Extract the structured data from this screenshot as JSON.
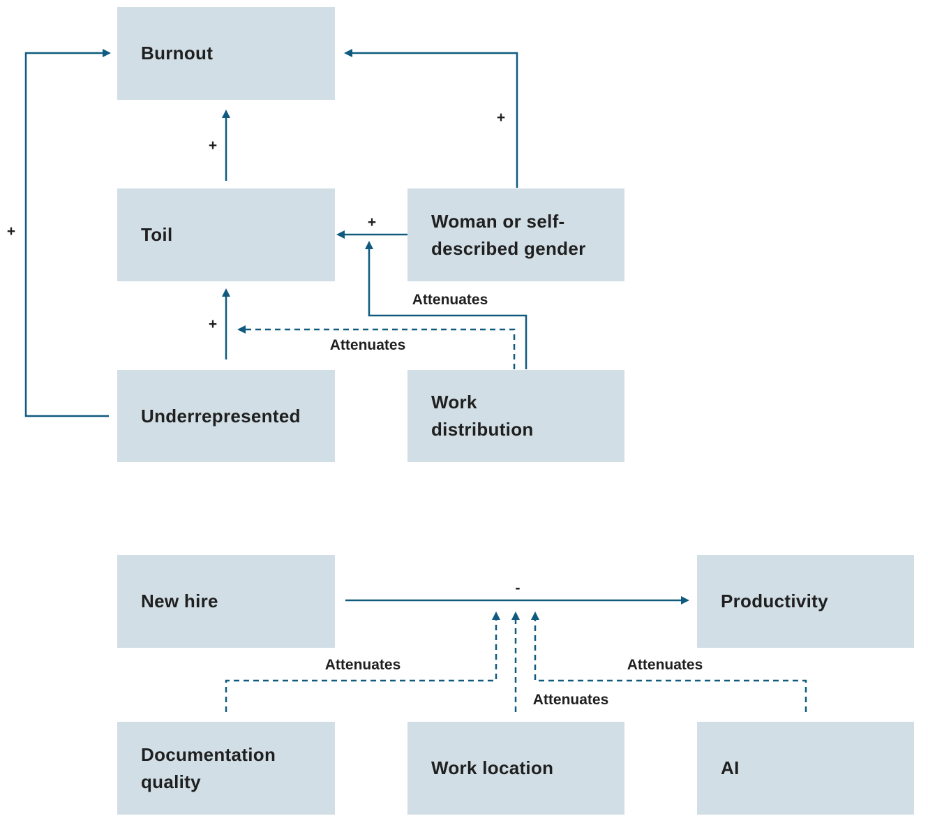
{
  "colors": {
    "box_fill": "#d1dee6",
    "arrow": "#0f5a7e",
    "text": "#1f1f1f"
  },
  "nodes": {
    "burnout": "Burnout",
    "toil": "Toil",
    "woman": "Woman or self-described gender",
    "underrepresented": "Underrepresented",
    "work_distribution": "Work distribution",
    "new_hire": "New hire",
    "productivity": "Productivity",
    "documentation_quality": "Documentation quality",
    "work_location": "Work location",
    "ai": "AI"
  },
  "edges": {
    "toil_to_burnout": "+",
    "woman_to_burnout": "+",
    "woman_to_toil": "+",
    "underrepresented_to_toil": "+",
    "underrepresented_to_burnout": "+",
    "workdist_attenuates_woman_toil": "Attenuates",
    "workdist_attenuates_underrep_toil": "Attenuates",
    "newhire_to_productivity": "-",
    "docquality_attenuates": "Attenuates",
    "worklocation_attenuates": "Attenuates",
    "ai_attenuates": "Attenuates"
  }
}
